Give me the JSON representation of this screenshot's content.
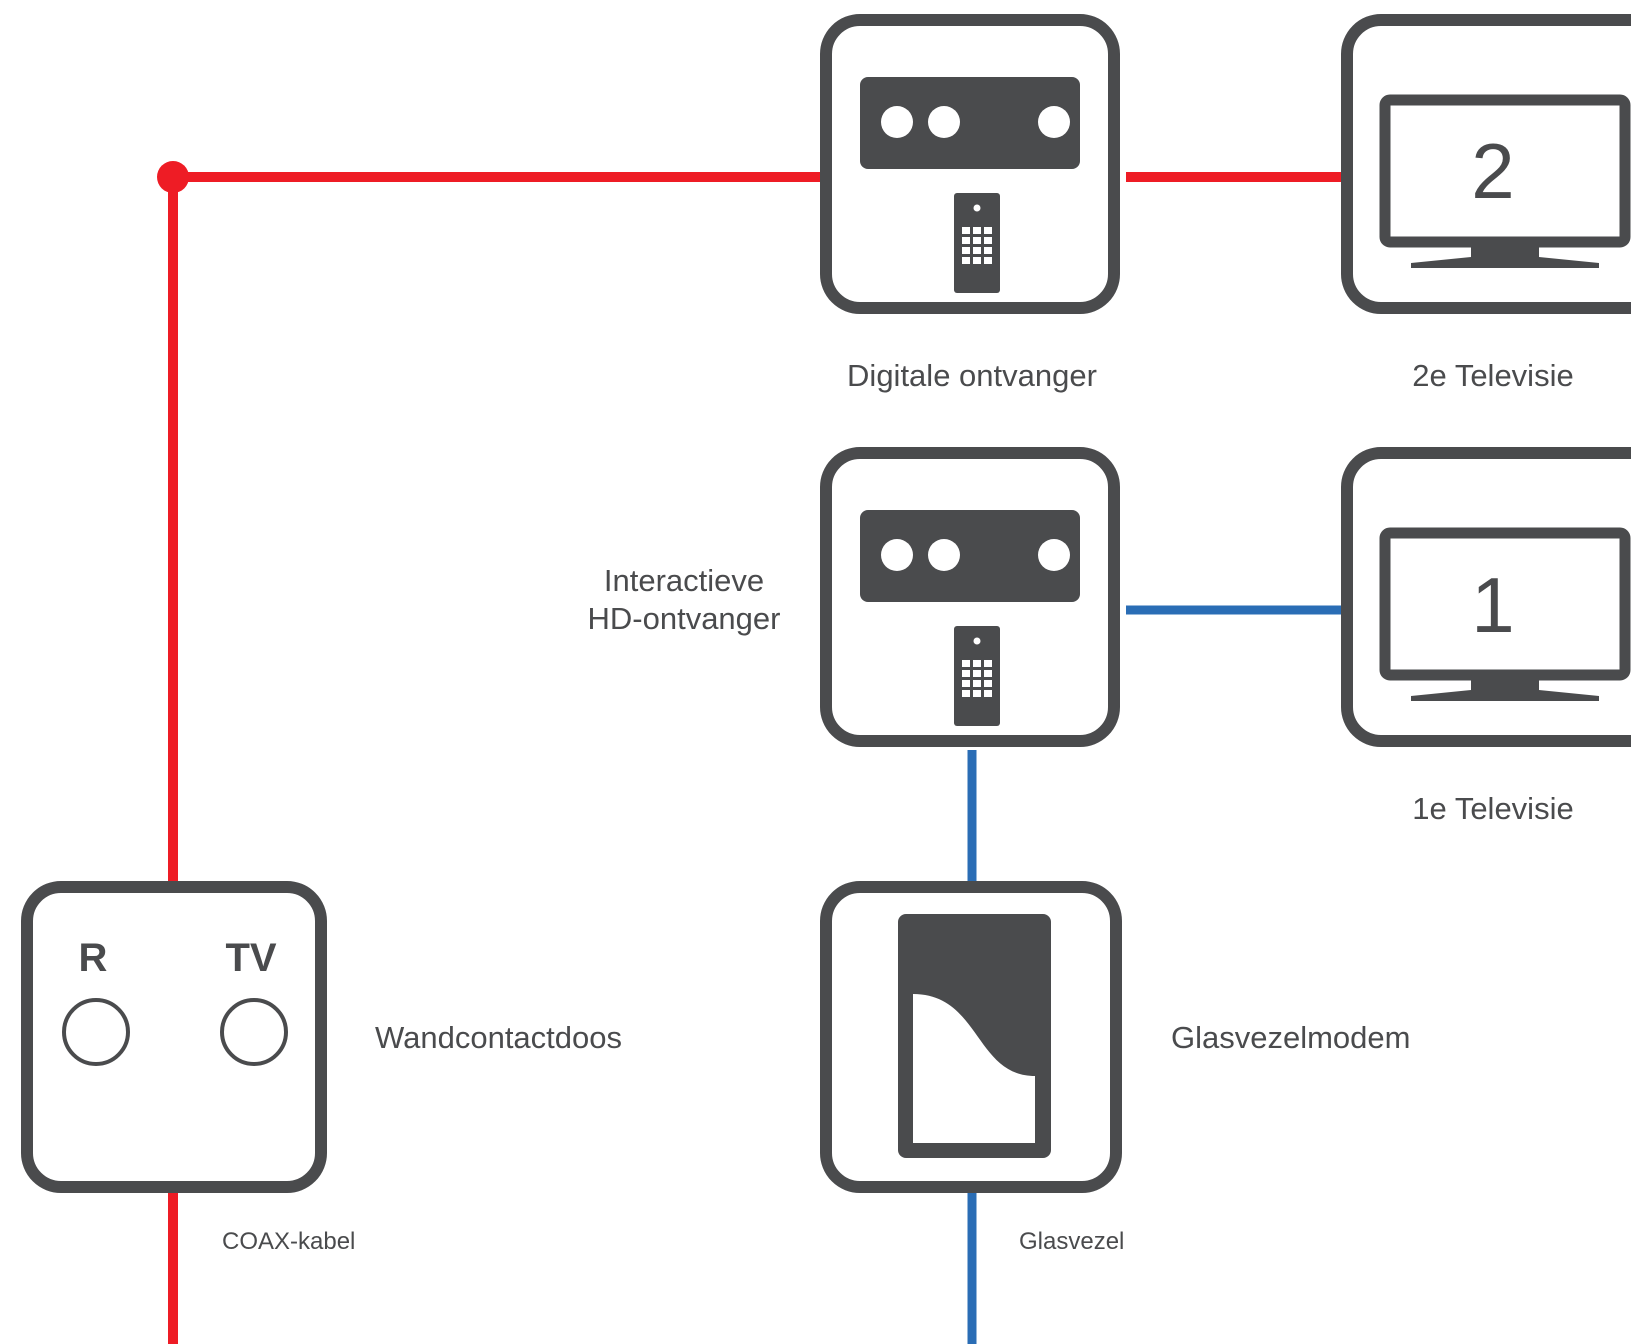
{
  "colors": {
    "coax_cable": "#ee1c25",
    "fiber_cable": "#2a6db5",
    "device_stroke": "#4a4b4d",
    "background": "#ffffff"
  },
  "devices": {
    "digital_receiver": {
      "label": "Digitale ontvanger",
      "icon": "set-top-box-icon"
    },
    "second_tv": {
      "label": "2e Televisie",
      "number": "2",
      "icon": "television-icon"
    },
    "hd_receiver": {
      "label_line1": "Interactieve",
      "label_line2": "HD-ontvanger",
      "icon": "set-top-box-icon"
    },
    "first_tv": {
      "label": "1e Televisie",
      "number": "1",
      "icon": "television-icon"
    },
    "wall_socket": {
      "label": "Wandcontactdoos",
      "port_r": "R",
      "port_tv": "TV",
      "icon": "wall-socket-icon"
    },
    "fiber_modem": {
      "label": "Glasvezelmodem",
      "icon": "fiber-modem-icon"
    }
  },
  "cables": {
    "coax_label": "COAX-kabel",
    "fiber_label": "Glasvezel"
  }
}
